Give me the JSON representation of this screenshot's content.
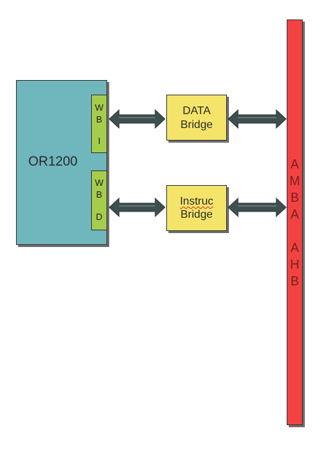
{
  "processor": {
    "label": "OR1200",
    "port_wbi": [
      "W",
      "B",
      "I"
    ],
    "port_wbd": [
      "W",
      "B",
      "D"
    ]
  },
  "bridges": {
    "data": [
      "DATA",
      "Bridge"
    ],
    "instruction": [
      "Instruc",
      "Bridge"
    ]
  },
  "bus": {
    "letters": [
      "A",
      "M",
      "B",
      "A",
      "A",
      "H",
      "B"
    ]
  },
  "colors": {
    "processor": "#6fb6bd",
    "port": "#a6cc4e",
    "bridge": "#f5e46a",
    "bus": "#f24242",
    "arrow": "#3f4f4f"
  }
}
